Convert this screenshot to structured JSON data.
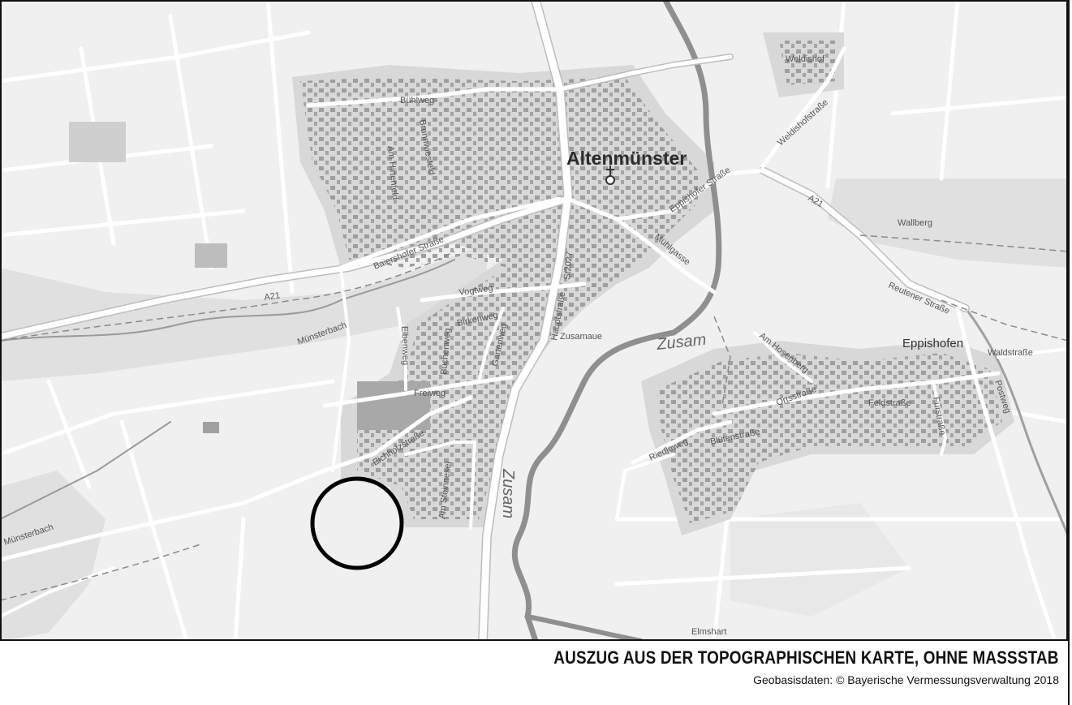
{
  "places": {
    "altenmuenster": "Altenmünster",
    "eppishofen": "Eppishofen",
    "weldishof": "Weldishof",
    "wallberg": "Wallberg",
    "elmshart": "Elmshart"
  },
  "rivers": {
    "zusam_east": "Zusam",
    "zusam_south": "Zusam",
    "muensterbach_center": "Münsterbach",
    "muensterbach_west": "Münsterbach"
  },
  "roads": {
    "buehlweg": "Bühlweg",
    "brunnwiesfeld": "Brunnwiesfeld",
    "am_hirtenfeld": "Am Hirtenfeld",
    "baiershofer_strasse": "Baiershofer Straße",
    "a21_west": "A21",
    "a21_east": "A21",
    "weldishofstrasse": "Weldishofstraße",
    "eppishofer_strasse": "Eppishofer Straße",
    "muehlgasse": "Mühlgasse",
    "vogtweg": "Vogtweg",
    "st2027": "St2027",
    "hauptstrasse": "Hauptstraße",
    "gartenweg": "Gartenweg",
    "birkenweg": "Birkenweg",
    "buchenweg": "Buchenweg",
    "elbenweg": "Elbenweg",
    "zusamaue": "Zusamaue",
    "freiweg": "Freiweg",
    "eichholzstrasse": "Eichholzstraße",
    "am_steinnesel": "Am Steinnesel",
    "am_hosenberg": "Am Hosenberg",
    "ortsstrasse": "Ortsstraße",
    "feldstrasse": "Feldstraße",
    "fuerstrasse": "Fürstraße",
    "postweg": "Postweg",
    "waldstrasse": "Waldstraße",
    "reutener_strasse": "Reutener Straße",
    "riedleweg": "Riedleweg",
    "bluetenstrasse": "Blütenstraße"
  },
  "marker": {
    "type": "circle-outline",
    "color": "#000000"
  },
  "caption": {
    "title": "AUSZUG AUS DER TOPOGRAPHISCHEN KARTE, OHNE MASSSTAB",
    "source": "Geobasisdaten: © Bayerische Vermessungsverwaltung 2018"
  },
  "colors": {
    "field": "#f1f1f1",
    "settlement": "#d9d9d9",
    "building": "#9a9a9a",
    "road": "#ffffff",
    "road_casing": "#bdbdbd",
    "river": "#8f8f8f",
    "forest": "#e3e3e3"
  }
}
